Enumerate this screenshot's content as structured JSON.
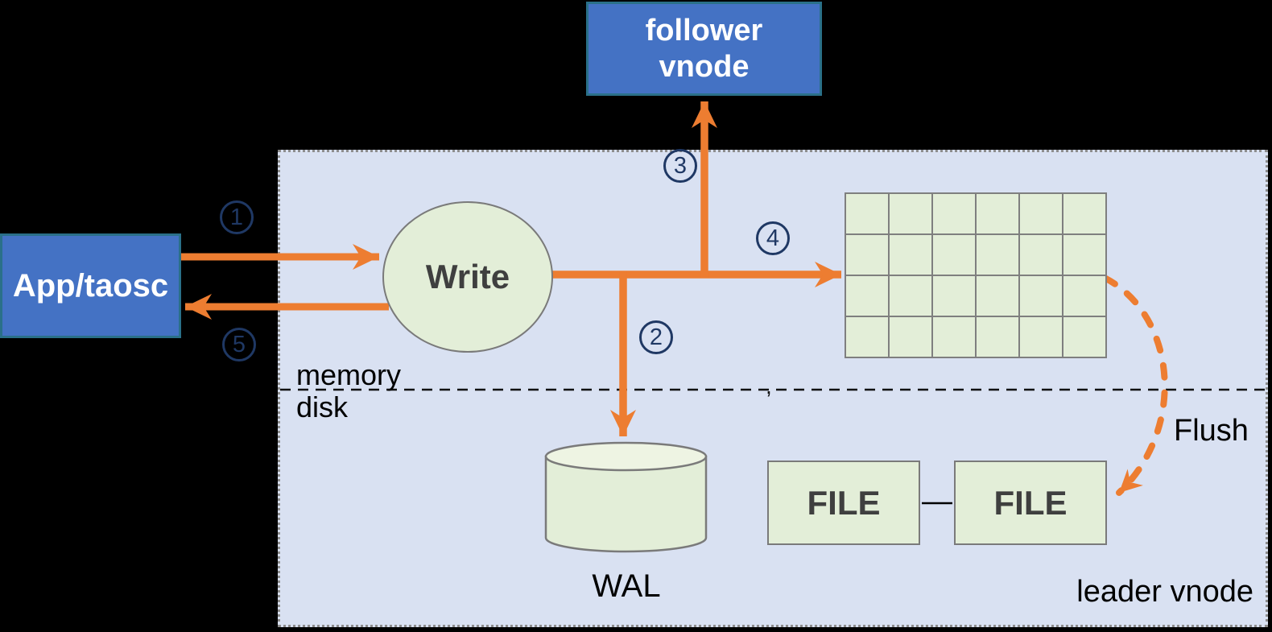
{
  "nodes": {
    "app": {
      "label": "App/taosc"
    },
    "follower_vnode": {
      "line1": "follower",
      "line2": "vnode"
    },
    "write": {
      "label": "Write"
    },
    "wal": {
      "label": "WAL"
    },
    "file_left": {
      "label": "FILE"
    },
    "file_right": {
      "label": "FILE"
    }
  },
  "labels": {
    "memory": "memory",
    "disk": "disk",
    "flush": "Flush",
    "leader_vnode": "leader vnode",
    "stray_mark": ","
  },
  "steps": [
    {
      "label": "1"
    },
    {
      "label": "2"
    },
    {
      "label": "3"
    },
    {
      "label": "4"
    },
    {
      "label": "5"
    }
  ],
  "memtable_grid": {
    "rows": 4,
    "cols": 6
  },
  "colors": {
    "background": "#000000",
    "container_fill": "#D9E1F2",
    "container_border": "#8C8C8C",
    "box_blue": "#4472C4",
    "box_blue_border": "#2A7089",
    "green_fill": "#E3EED8",
    "green_fill_light": "#EEF4E3",
    "shape_border": "#7A7A7A",
    "grid_line": "#7F7F7F",
    "orange": "#ED7D31",
    "navy": "#1F3864",
    "text_dark": "#3F3F3F"
  }
}
